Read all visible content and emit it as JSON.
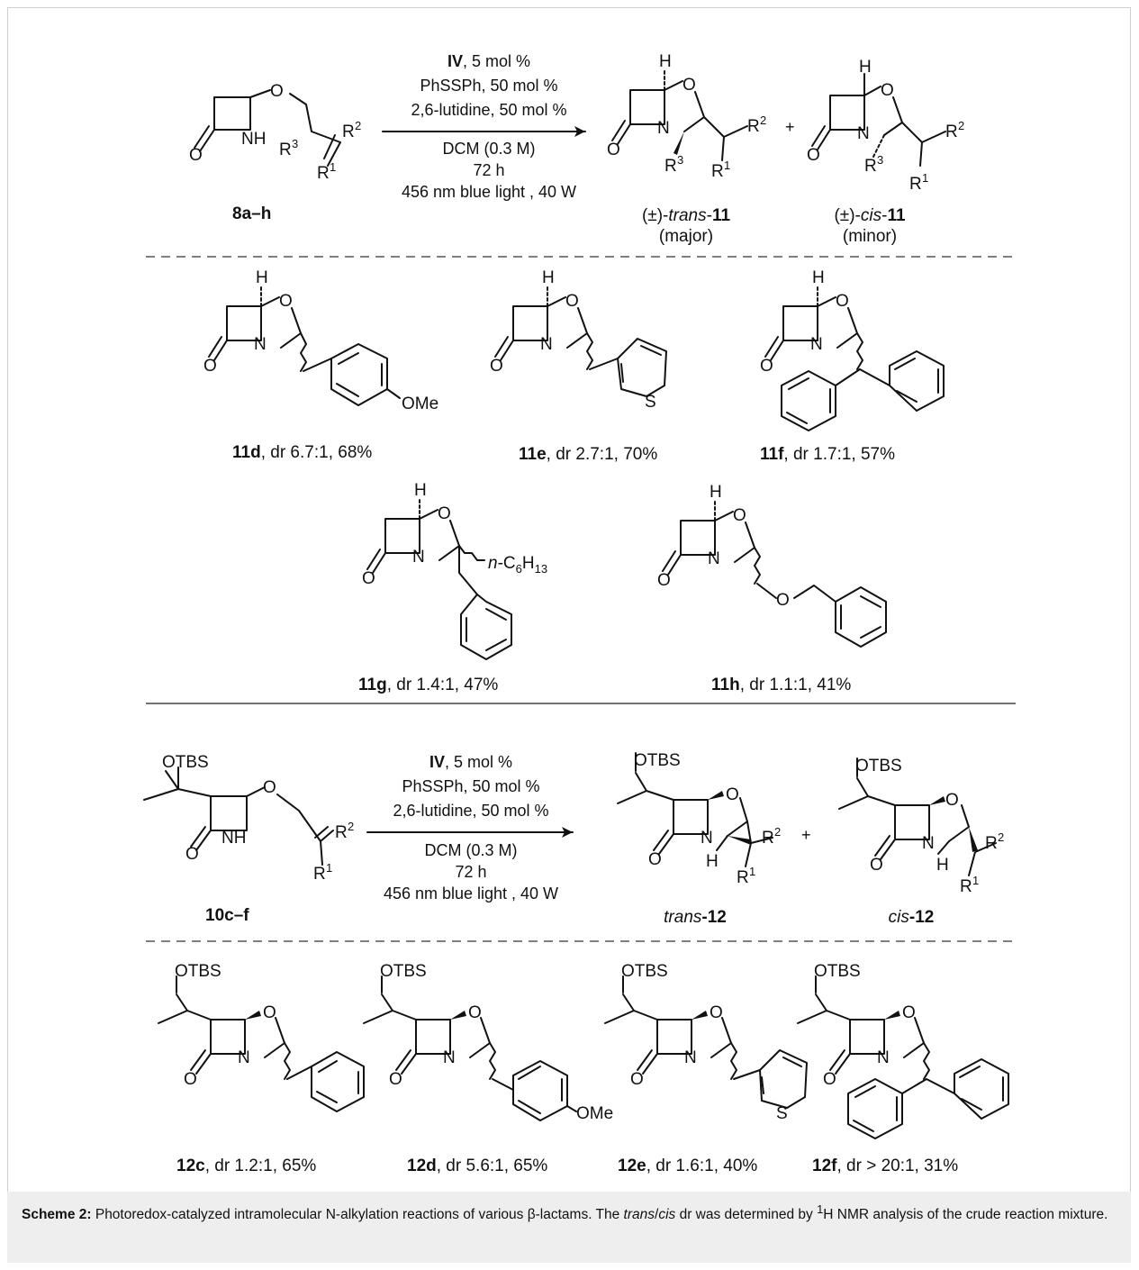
{
  "scheme_top": {
    "reactant_label": "8a–h",
    "conditions": {
      "catalyst_bold": "IV",
      "catalyst_rest": ", 5 mol %",
      "line2": "PhSSPh, 50 mol %",
      "line3": "2,6-lutidine, 50 mol %",
      "line4": "DCM (0.3 M)",
      "line5": "72 h",
      "line6": "456 nm blue light , 40 W"
    },
    "plus": "+",
    "trans_prefix": "(±)-",
    "trans_italic": "trans",
    "trans_num": "11",
    "trans_note": "(major)",
    "cis_prefix": "(±)-",
    "cis_italic": "cis",
    "cis_num": "11",
    "cis_note": "(minor)"
  },
  "products_11": [
    {
      "id": "11d",
      "rest": ", dr 6.7:1, 68%"
    },
    {
      "id": "11e",
      "rest": ", dr  2.7:1, 70%"
    },
    {
      "id": "11f",
      "rest": ", dr 1.7:1, 57%"
    },
    {
      "id": "11g",
      "rest": ", dr 1.4:1, 47%"
    },
    {
      "id": "11h",
      "rest": ", dr 1.1:1, 41%"
    }
  ],
  "scheme_bottom": {
    "reactant_label": "10c–f",
    "conditions": {
      "catalyst_bold": "IV",
      "catalyst_rest": ", 5 mol %",
      "line2": "PhSSPh, 50 mol %",
      "line3": "2,6-lutidine, 50 mol %",
      "line4": "DCM (0.3 M)",
      "line5": "72 h",
      "line6": "456 nm blue light , 40 W"
    },
    "plus": "+",
    "trans_italic": "trans",
    "trans_num": "-12",
    "cis_italic": "cis",
    "cis_num": "-12"
  },
  "products_12": [
    {
      "id": "12c",
      "rest": ", dr 1.2:1, 65%"
    },
    {
      "id": "12d",
      "rest": ", dr 5.6:1, 65%"
    },
    {
      "id": "12e",
      "rest": ", dr 1.6:1, 40%"
    },
    {
      "id": "12f",
      "rest": ", dr > 20:1, 31%"
    }
  ],
  "atoms": {
    "O": "O",
    "N": "N",
    "NH": "NH",
    "H": "H",
    "S": "S",
    "R": "R",
    "sup1": "1",
    "sup2": "2",
    "sup3": "3",
    "OMe": "OMe",
    "OTBS": "OTBS",
    "nhex_italic": "n",
    "nhex_C": "-C",
    "nhex_6": "6",
    "nhex_H": "H",
    "nhex_13": "13"
  },
  "caption": {
    "bold": "Scheme 2:",
    "text1": " Photoredox-catalyzed intramolecular N-alkylation reactions of various β-lactams. The ",
    "trans": "trans",
    "slash": "/",
    "cis": "cis",
    "text2": " dr was determined by ",
    "sup": "1",
    "text3": "H NMR analysis of the crude reaction mixture."
  }
}
